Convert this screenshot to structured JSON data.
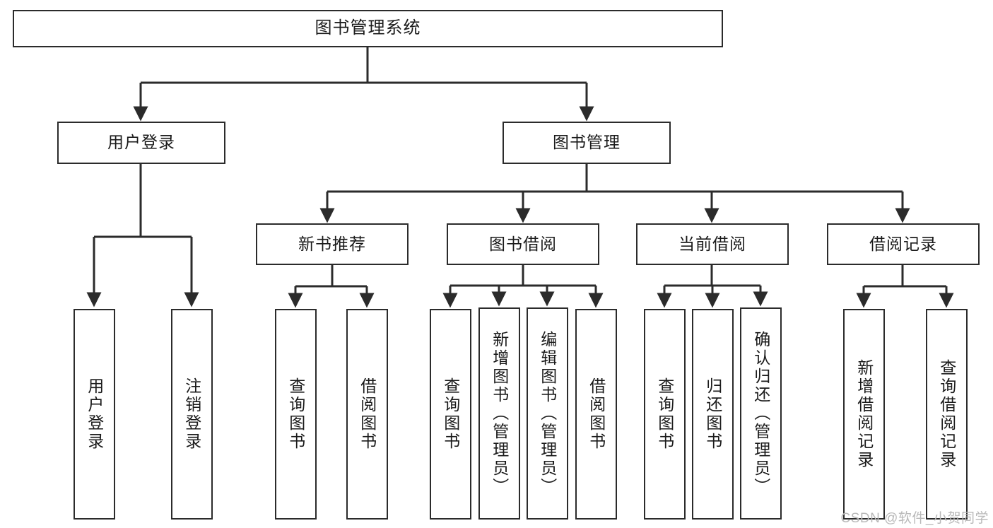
{
  "diagram": {
    "title": "图书管理系统",
    "type": "tree-hierarchy",
    "orientation": "top-down",
    "colors": {
      "stroke": "#2b2b2b",
      "fill": "#ffffff",
      "text": "#1a1a1a",
      "watermark": "#b9b9b9"
    },
    "root": {
      "label": "图书管理系统"
    },
    "level1": [
      {
        "label": "用户登录"
      },
      {
        "label": "图书管理"
      }
    ],
    "level2": [
      {
        "label": "新书推荐"
      },
      {
        "label": "图书借阅"
      },
      {
        "label": "当前借阅"
      },
      {
        "label": "借阅记录"
      }
    ],
    "leaves": {
      "user_login": [
        {
          "label": "用户登录"
        },
        {
          "label": "注销登录"
        }
      ],
      "new_book_recommend": [
        {
          "label": "查询图书"
        },
        {
          "label": "借阅图书"
        }
      ],
      "book_borrow": [
        {
          "label": "查询图书"
        },
        {
          "label": "新增图书（管理员）"
        },
        {
          "label": "编辑图书（管理员）"
        },
        {
          "label": "借阅图书"
        }
      ],
      "current_borrow": [
        {
          "label": "查询图书"
        },
        {
          "label": "归还图书"
        },
        {
          "label": "确认归还（管理员）"
        }
      ],
      "borrow_record": [
        {
          "label": "新增借阅记录"
        },
        {
          "label": "查询借阅记录"
        }
      ]
    }
  },
  "watermark": {
    "text": "CSDN @软件_小贺同学"
  }
}
